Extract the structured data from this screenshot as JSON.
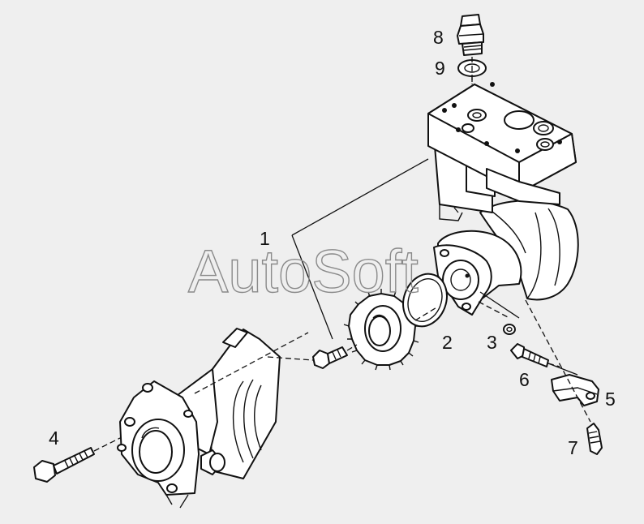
{
  "watermark": "AutoSoft",
  "callouts": [
    {
      "id": "1",
      "label": "1"
    },
    {
      "id": "2",
      "label": "2"
    },
    {
      "id": "3",
      "label": "3"
    },
    {
      "id": "4",
      "label": "4"
    },
    {
      "id": "5",
      "label": "5"
    },
    {
      "id": "6",
      "label": "6"
    },
    {
      "id": "7",
      "label": "7"
    },
    {
      "id": "8",
      "label": "8"
    },
    {
      "id": "9",
      "label": "9"
    }
  ],
  "colors": {
    "background": "#efefef",
    "ink": "#111111",
    "watermark": "#8a8a8a"
  }
}
